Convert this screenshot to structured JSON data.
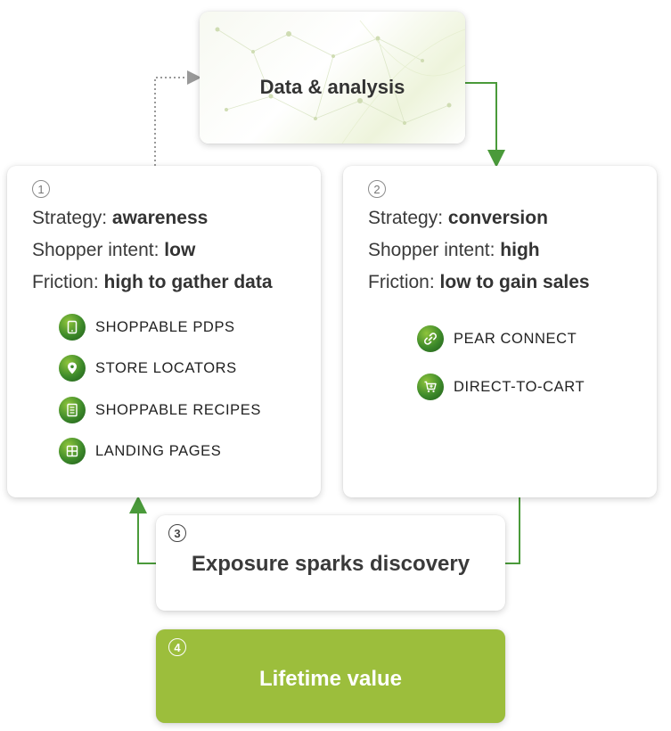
{
  "data_card": {
    "title": "Data & analysis"
  },
  "card1": {
    "number": "1",
    "strategy_label": "Strategy:",
    "strategy_value": "awareness",
    "intent_label": "Shopper intent:",
    "intent_value": "low",
    "friction_label": "Friction:",
    "friction_value": "high to gather data",
    "items": [
      {
        "label": "SHOPPABLE PDPS",
        "icon": "tablet-icon"
      },
      {
        "label": "STORE LOCATORS",
        "icon": "map-pin-icon"
      },
      {
        "label": "SHOPPABLE RECIPES",
        "icon": "recipe-card-icon"
      },
      {
        "label": "LANDING PAGES",
        "icon": "layout-grid-icon"
      }
    ]
  },
  "card2": {
    "number": "2",
    "strategy_label": "Strategy:",
    "strategy_value": "conversion",
    "intent_label": "Shopper intent:",
    "intent_value": "high",
    "friction_label": "Friction:",
    "friction_value": "low to gain sales",
    "items": [
      {
        "label": "PEAR CONNECT",
        "icon": "link-icon"
      },
      {
        "label": "DIRECT-TO-CART",
        "icon": "cart-icon"
      }
    ]
  },
  "card3": {
    "number": "3",
    "title": "Exposure sparks discovery"
  },
  "card4": {
    "number": "4",
    "title": "Lifetime value"
  },
  "colors": {
    "accent_green": "#3d8a2a",
    "arrow_green": "#4a9a3a",
    "lifetime_bg": "#9cbe3c",
    "dotted_arrow": "#999999"
  }
}
